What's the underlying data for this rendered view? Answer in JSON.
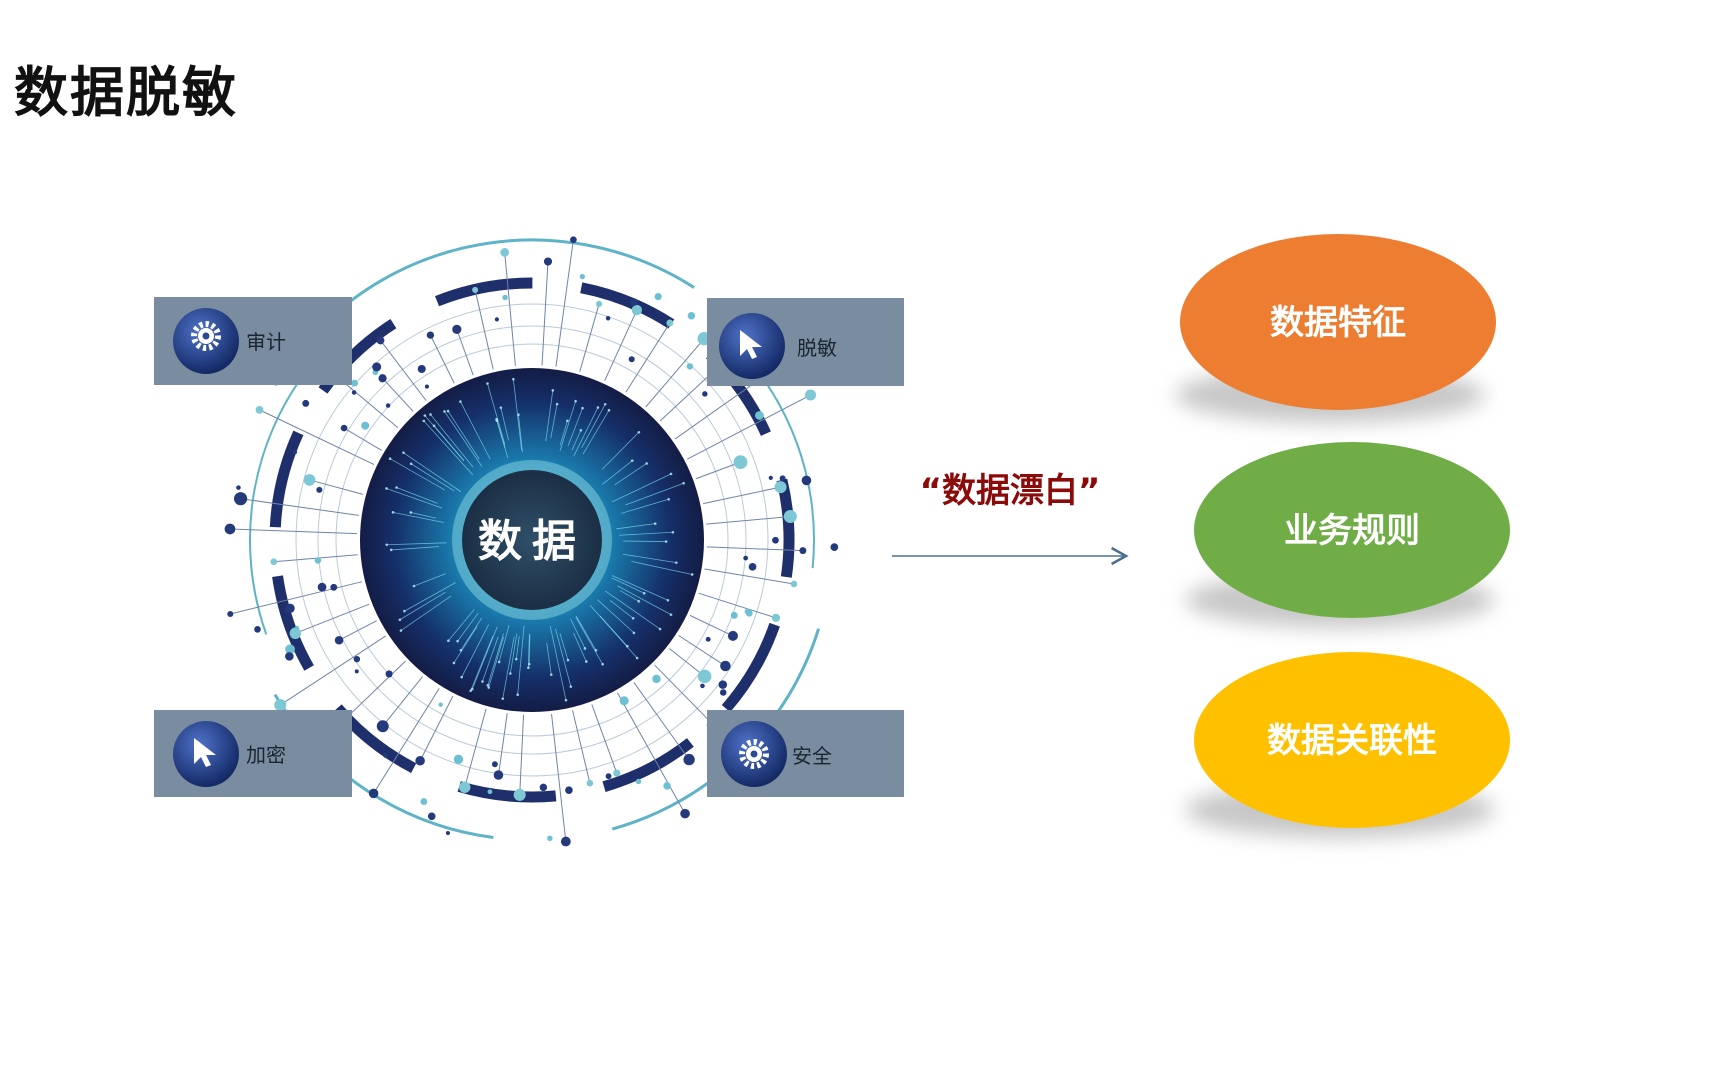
{
  "title": "数据脱敏",
  "core": {
    "label": "数据"
  },
  "panels": [
    {
      "label": "审计",
      "icon": "gear-icon"
    },
    {
      "label": "脱敏",
      "icon": "cursor-icon"
    },
    {
      "label": "加密",
      "icon": "cursor-icon"
    },
    {
      "label": "安全",
      "icon": "gear-icon"
    }
  ],
  "arrow": {
    "label": "“数据漂白”",
    "color": "#8b0a0a"
  },
  "outcomes": [
    {
      "label": "数据特征",
      "color": "#ed7d31"
    },
    {
      "label": "业务规则",
      "color": "#70ad47"
    },
    {
      "label": "数据关联性",
      "color": "#ffc000"
    }
  ]
}
